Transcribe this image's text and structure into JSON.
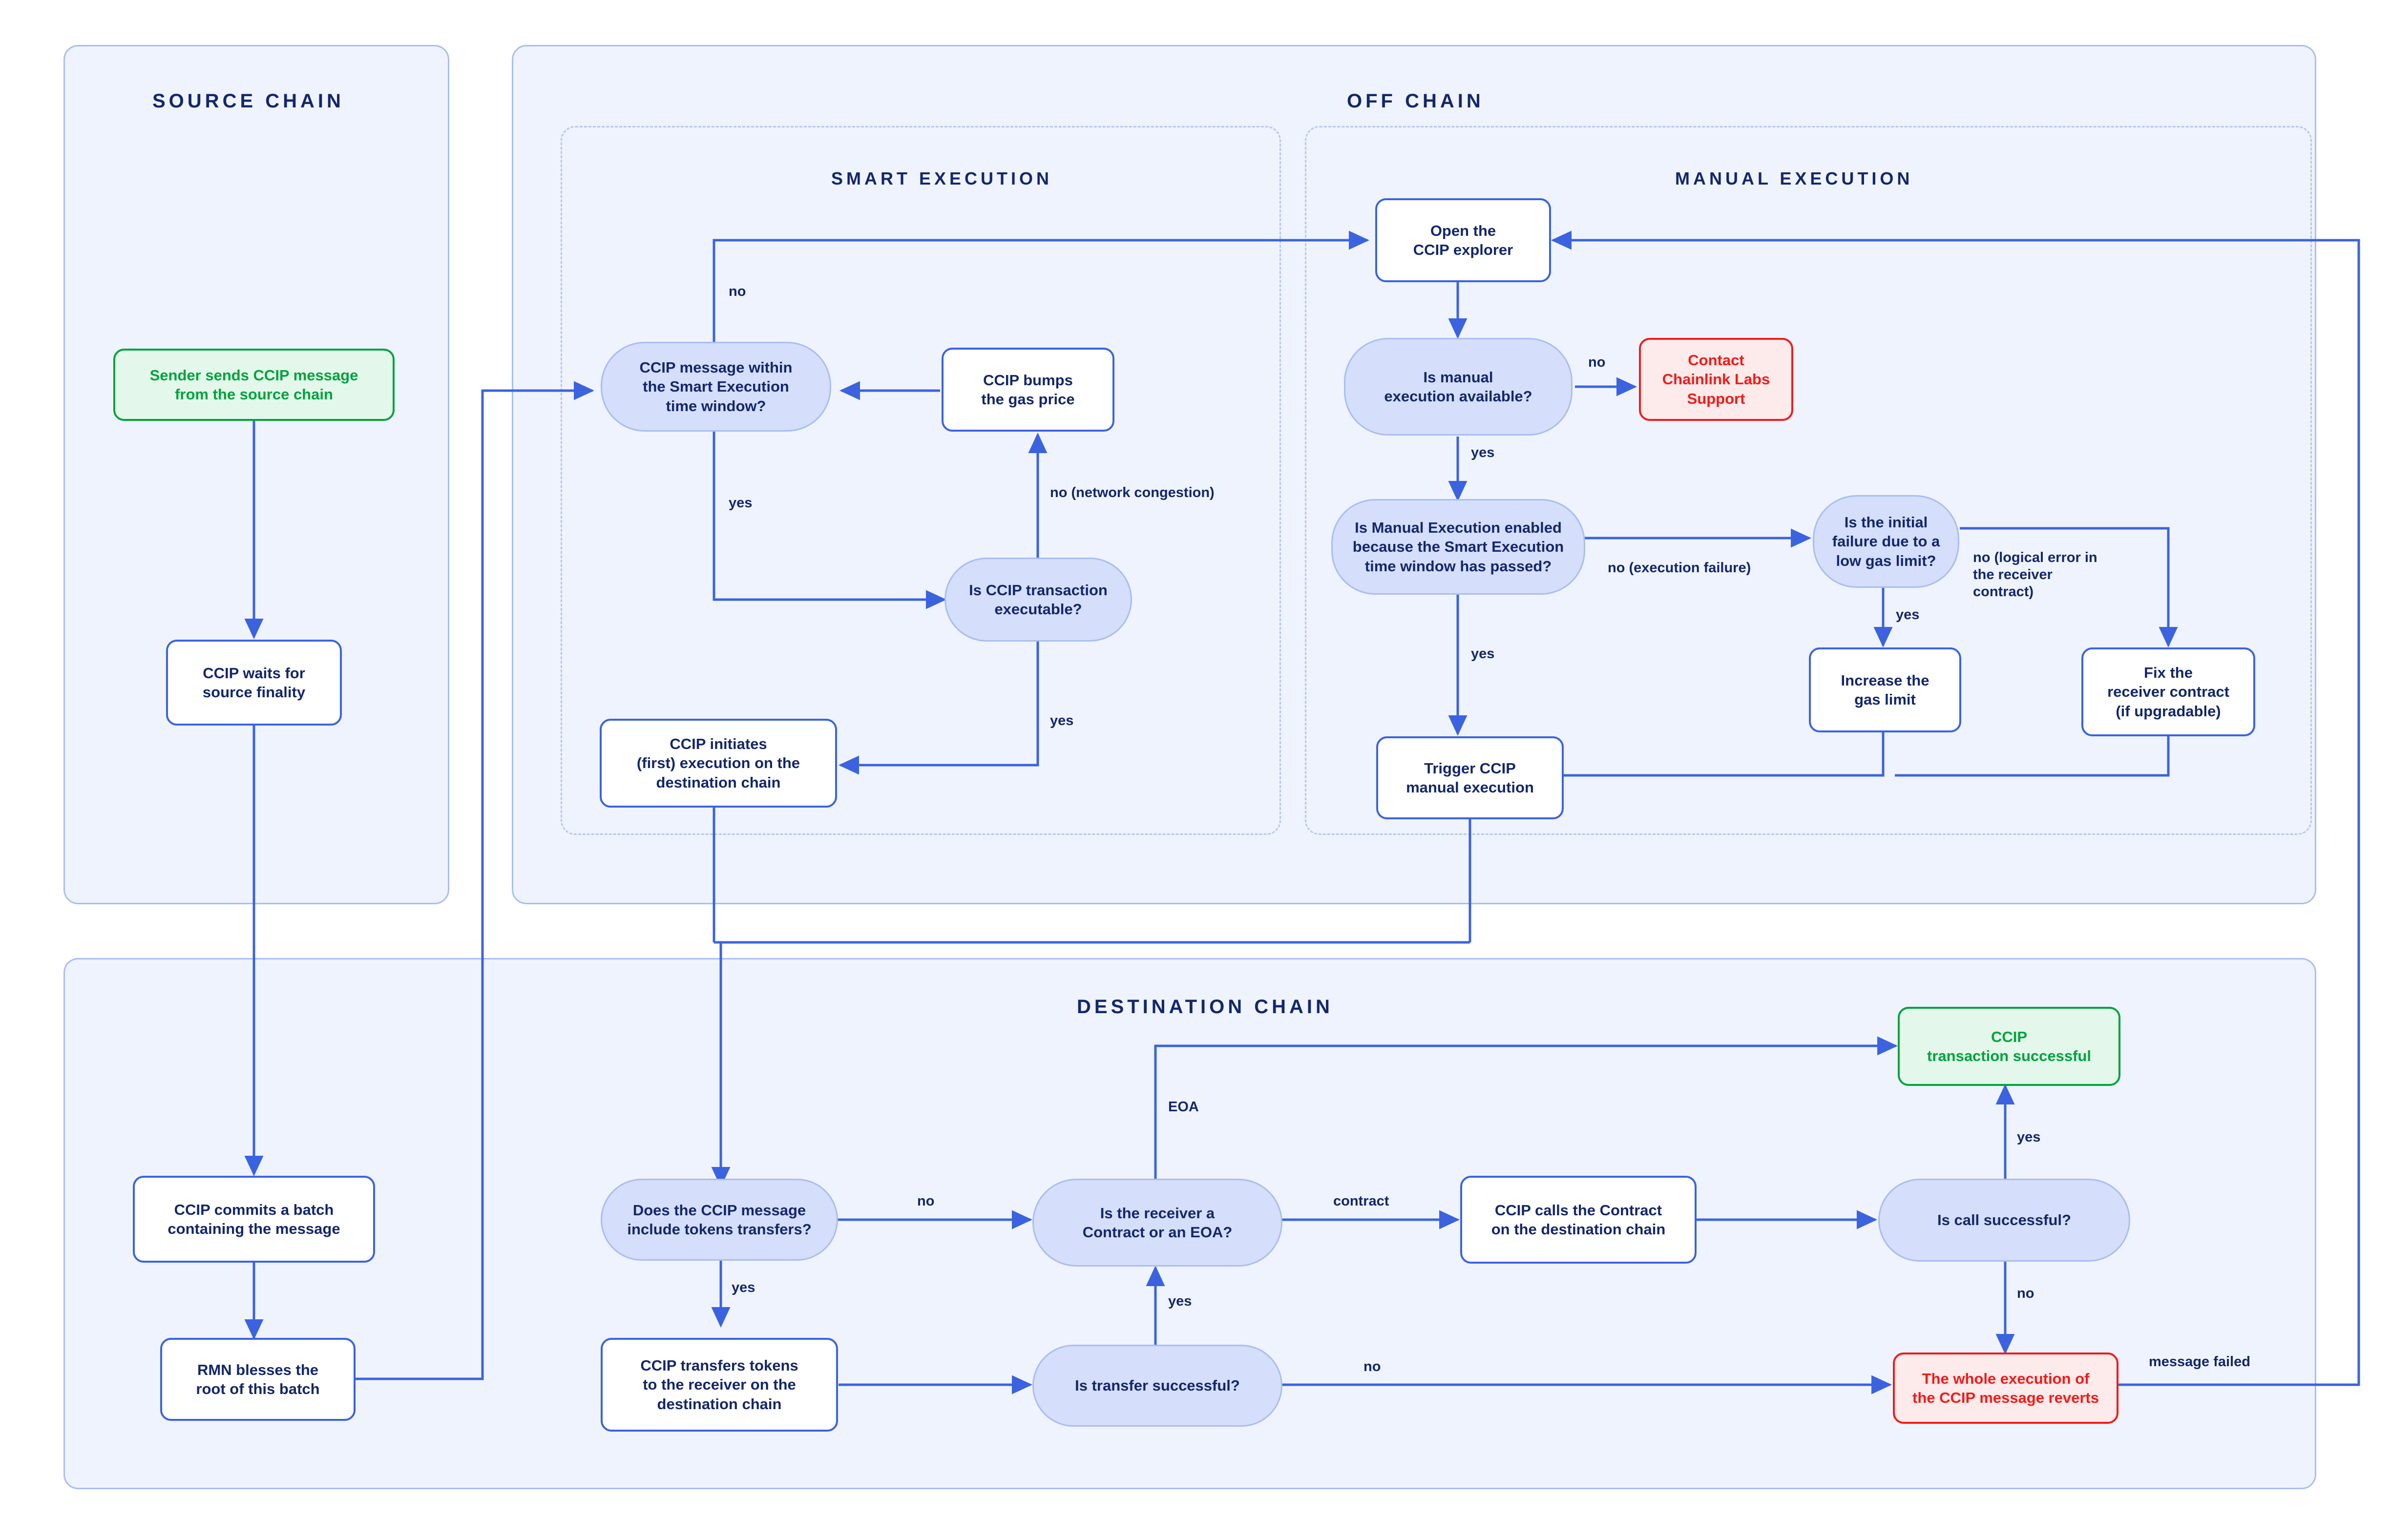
{
  "colors": {
    "panel_bg": "#eff3fd",
    "panel_border": "#aabdf3",
    "edge": "#3b63e0",
    "node_border": "#3b63e0",
    "decision_fill": "#d5defa",
    "text_dark": "#14276b",
    "success": "#00a33e",
    "success_fill": "#e3f8ea",
    "error": "#f21b1b",
    "error_fill": "#fdeaea"
  },
  "panels": {
    "source_chain": {
      "title": "SOURCE CHAIN"
    },
    "off_chain": {
      "title": "OFF CHAIN"
    },
    "smart_execution": {
      "title": "SMART EXECUTION"
    },
    "manual_execution": {
      "title": "MANUAL EXECUTION"
    },
    "destination_chain": {
      "title": "DESTINATION CHAIN"
    }
  },
  "nodes": {
    "sender_sends": "Sender sends CCIP message\nfrom the source chain",
    "waits_finality": "CCIP waits for\nsource finality",
    "commits_batch": "CCIP commits a batch\ncontaining the message",
    "rmn_blesses": "RMN blesses the\nroot of this batch",
    "within_window": "CCIP message within\nthe Smart Execution\ntime window?",
    "bumps_gas": "CCIP bumps\nthe gas price",
    "tx_executable": "Is CCIP transaction\nexecutable?",
    "initiates_execution": "CCIP initiates\n(first) execution on the\ndestination chain",
    "open_explorer": "Open the\nCCIP explorer",
    "manual_available": "Is manual\nexecution available?",
    "contact_support": "Contact\nChainlink Labs\nSupport",
    "manual_enabled": "Is Manual Execution enabled\nbecause the Smart Execution\ntime window has passed?",
    "initial_failure_gas": "Is the initial\nfailure due to a\nlow gas limit?",
    "increase_gas": "Increase the\ngas limit",
    "fix_receiver": "Fix the\nreceiver contract\n(if upgradable)",
    "trigger_manual": "Trigger CCIP\nmanual execution",
    "include_tokens": "Does the CCIP message\ninclude tokens transfers?",
    "transfers_tokens": "CCIP transfers tokens\nto the receiver on the\ndestination chain",
    "transfer_successful": "Is transfer successful?",
    "receiver_type": "Is the receiver a\nContract or an EOA?",
    "calls_contract": "CCIP calls the Contract\non the destination chain",
    "call_successful": "Is call successful?",
    "tx_successful": "CCIP\ntransaction successful",
    "reverts": "The whole execution of\nthe CCIP message reverts"
  },
  "edge_labels": {
    "window_no": "no",
    "window_yes": "yes",
    "executable_no": "no (network congestion)",
    "executable_yes": "yes",
    "manual_available_no": "no",
    "manual_available_yes": "yes",
    "manual_enabled_no": "no (execution failure)",
    "manual_enabled_yes": "yes",
    "gas_limit_yes": "yes",
    "gas_limit_no": "no (logical error in\nthe receiver contract)",
    "tokens_no": "no",
    "tokens_yes": "yes",
    "transfer_yes": "yes",
    "transfer_no": "no",
    "receiver_eoa": "EOA",
    "receiver_contract": "contract",
    "call_yes": "yes",
    "call_no": "no",
    "message_failed": "message failed"
  }
}
